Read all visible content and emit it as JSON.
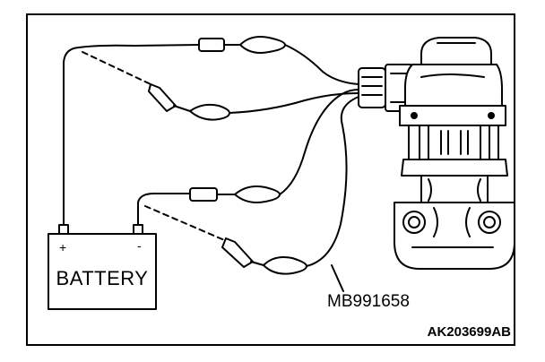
{
  "battery": {
    "label": "BATTERY",
    "positive_symbol": "+",
    "negative_symbol": "-"
  },
  "tool": {
    "label": "MB991658"
  },
  "figure": {
    "id": "AK203699AB"
  }
}
